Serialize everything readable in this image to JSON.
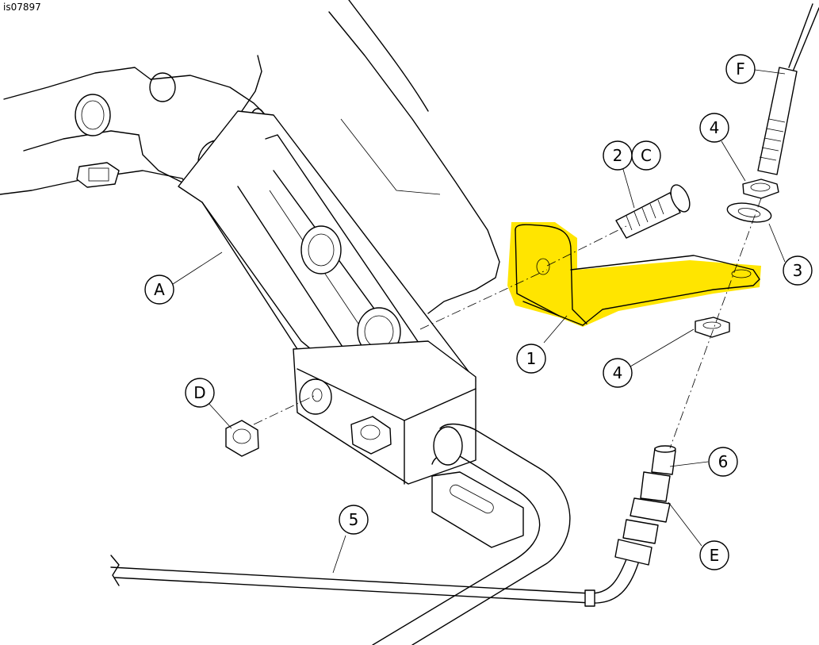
{
  "figure_id": "is07897",
  "highlight_color": "#FFE500",
  "callouts": [
    {
      "id": "c-1",
      "label": "1"
    },
    {
      "id": "c-2",
      "label": "2"
    },
    {
      "id": "c-C",
      "label": "C"
    },
    {
      "id": "c-3",
      "label": "3"
    },
    {
      "id": "c-4a",
      "label": "4"
    },
    {
      "id": "c-4b",
      "label": "4"
    },
    {
      "id": "c-5",
      "label": "5"
    },
    {
      "id": "c-6",
      "label": "6"
    },
    {
      "id": "c-A",
      "label": "A"
    },
    {
      "id": "c-D",
      "label": "D"
    },
    {
      "id": "c-E",
      "label": "E"
    },
    {
      "id": "c-F",
      "label": "F"
    }
  ]
}
